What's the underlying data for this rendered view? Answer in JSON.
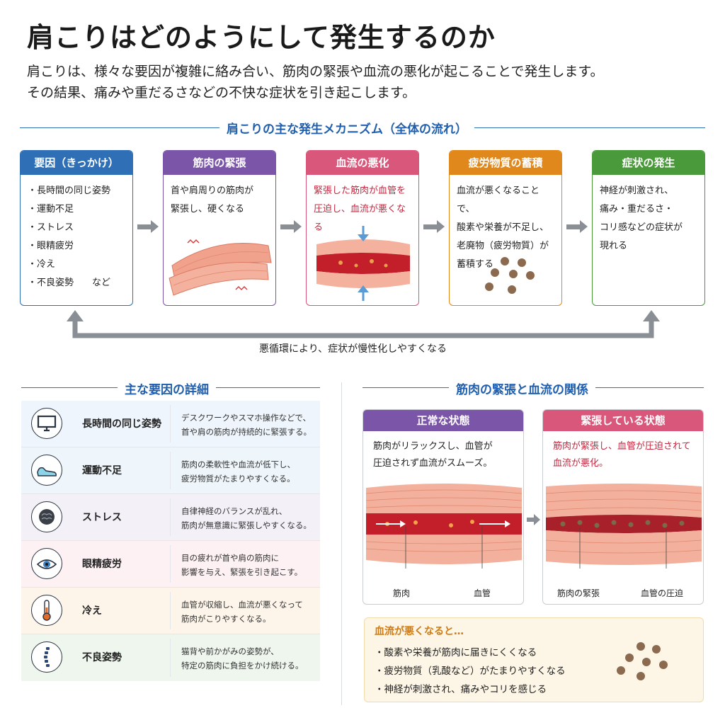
{
  "title": "肩こりはどのようにして発生するのか",
  "lead": [
    "肩こりは、様々な要因が複雑に絡み合い、筋肉の緊張や血流の悪化が起こることで発生します。",
    "その結果、痛みや重だるさなどの不快な症状を引き起こします。"
  ],
  "mechanism": {
    "section_title": "肩こりの主な発生メカニズム（全体の流れ）",
    "cards": [
      {
        "title": "要因（きっかけ）",
        "color": "#2f6fb5",
        "lines": [
          "・長時間の同じ姿勢",
          "・運動不足",
          "・ストレス",
          "・眼精疲労",
          "・冷え",
          "・不良姿勢　　など"
        ]
      },
      {
        "title": "筋肉の緊張",
        "color": "#7a55a8",
        "lines": [
          "首や肩周りの筋肉が",
          "緊張し、硬くなる"
        ]
      },
      {
        "title": "血流の悪化",
        "color": "#d9577a",
        "lines": [
          "緊張した筋肉が血管を",
          "圧迫し、血流が悪くなる"
        ]
      },
      {
        "title": "疲労物質の蓄積",
        "color": "#e0881c",
        "lines": [
          "血流が悪くなることで、",
          "酸素や栄養が不足し、",
          "老廃物（疲労物質）が",
          "蓄積する"
        ]
      },
      {
        "title": "症状の発生",
        "color": "#4a9a3c",
        "lines": [
          "神経が刺激され、",
          "痛み・重だるさ・",
          "コリ感などの症状が",
          "現れる"
        ]
      }
    ],
    "loop_note": "悪循環により、症状が慢性化しやすくなる"
  },
  "factors": {
    "section_title": "主な要因の詳細",
    "items": [
      {
        "icon": "monitor-icon",
        "glyph": "▭",
        "bg": "#eef5fc",
        "name": "長時間の同じ姿勢",
        "desc": "デスクワークやスマホ操作などで、\n首や肩の筋肉が持続的に緊張する。"
      },
      {
        "icon": "shoe-icon",
        "glyph": "👟",
        "bg": "#eef6fb",
        "name": "運動不足",
        "desc": "筋肉の柔軟性や血流が低下し、\n疲労物質がたまりやすくなる。"
      },
      {
        "icon": "brain-icon",
        "glyph": "✺",
        "bg": "#f3f0f8",
        "name": "ストレス",
        "desc": "自律神経のバランスが乱れ、\n筋肉が無意識に緊張しやすくなる。"
      },
      {
        "icon": "eye-icon",
        "glyph": "◉",
        "bg": "#fdf1f3",
        "name": "眼精疲労",
        "desc": "目の疲れが首や肩の筋肉に\n影響を与え、緊張を引き起こす。"
      },
      {
        "icon": "thermometer-icon",
        "glyph": "🌡",
        "bg": "#fdf5ea",
        "name": "冷え",
        "desc": "血管が収縮し、血流が悪くなって\n筋肉がこりやすくなる。"
      },
      {
        "icon": "spine-icon",
        "glyph": "⁞",
        "bg": "#eef6ee",
        "name": "不良姿勢",
        "desc": "猫背や前かがみの姿勢が、\n特定の筋肉に負担をかけ続ける。"
      }
    ]
  },
  "relation": {
    "section_title": "筋肉の緊張と血流の関係",
    "normal": {
      "title": "正常な状態",
      "color": "#7a55a8",
      "text": "筋肉がリラックスし、血管が\n圧迫されず血流がスムーズ。",
      "label_muscle": "筋肉",
      "label_vessel": "血管"
    },
    "tense": {
      "title": "緊張している状態",
      "color": "#d9577a",
      "text": "筋肉が緊張し、血管が圧迫されて\n血流が悪化。",
      "label_muscle": "筋肉の緊張",
      "label_vessel": "血管の圧迫"
    }
  },
  "bad_flow": {
    "title": "血流が悪くなると…",
    "items": [
      "・酸素や栄養が筋肉に届きにくくなる",
      "・疲労物質（乳酸など）がたまりやすくなる",
      "・神経が刺激され、痛みやコリを感じる"
    ]
  }
}
